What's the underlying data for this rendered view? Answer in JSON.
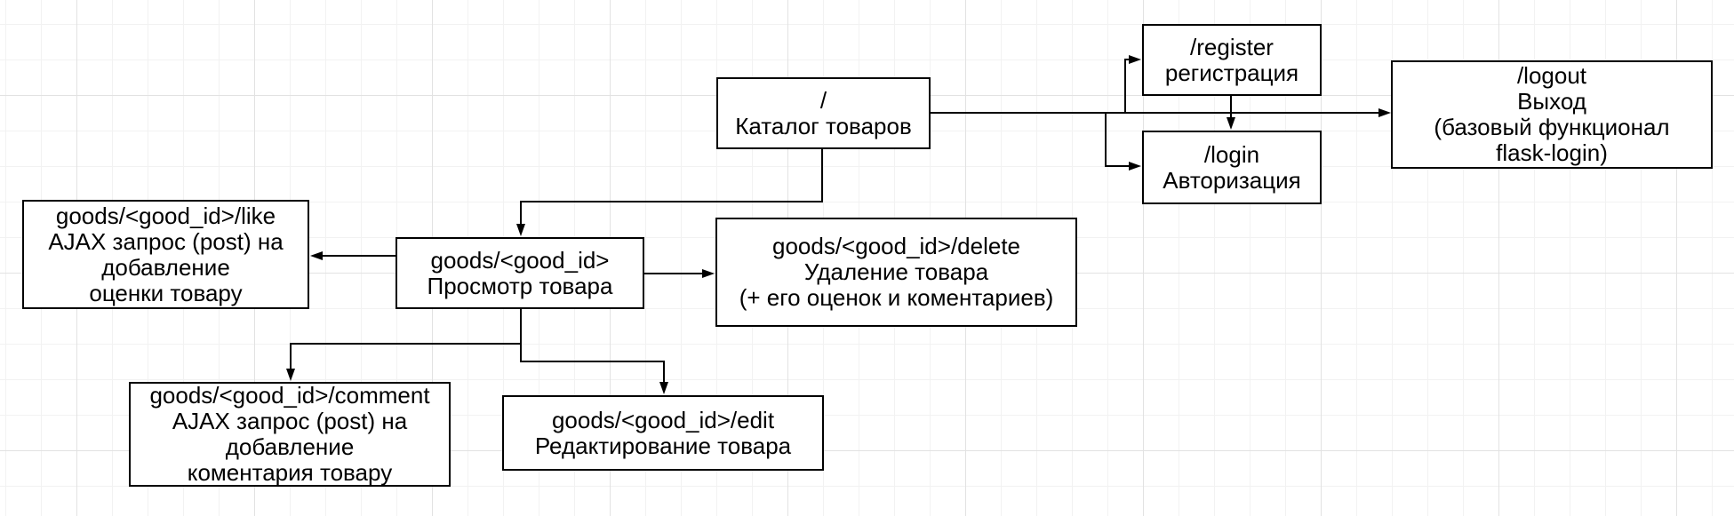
{
  "diagram_title": "Flask routes flowchart",
  "colors": {
    "background": "#ffffff",
    "grid_minor": "#f2f2f2",
    "grid_major": "#e2e2e2",
    "node_fill": "#ffffff",
    "node_border": "#000000",
    "connector": "#000000",
    "text": "#000000"
  },
  "nodes": {
    "catalog": {
      "lines": [
        "/",
        "Каталог товаров"
      ]
    },
    "register": {
      "lines": [
        "/register",
        "регистрация"
      ]
    },
    "login": {
      "lines": [
        "/login",
        "Авторизация"
      ]
    },
    "logout": {
      "lines": [
        "/logout",
        "Выход",
        "(базовый функционал",
        "flask-login)"
      ]
    },
    "like": {
      "lines": [
        "goods/<good_id>/like",
        "AJAX запрос (post) на",
        "добавление",
        "оценки товару"
      ]
    },
    "view": {
      "lines": [
        "goods/<good_id>",
        "Просмотр товара"
      ]
    },
    "delete": {
      "lines": [
        "goods/<good_id>/delete",
        "Удаление товара",
        "(+ его оценок и коментариев)"
      ]
    },
    "comment": {
      "lines": [
        "goods/<good_id>/comment",
        "AJAX запрос (post) на",
        "добавление",
        "коментария товару"
      ]
    },
    "edit": {
      "lines": [
        "goods/<good_id>/edit",
        "Редактирование товара"
      ]
    }
  },
  "edges": [
    {
      "from": "catalog",
      "to": "register"
    },
    {
      "from": "catalog",
      "to": "login"
    },
    {
      "from": "catalog",
      "to": "logout"
    },
    {
      "from": "register",
      "to": "login"
    },
    {
      "from": "catalog",
      "to": "view"
    },
    {
      "from": "view",
      "to": "like"
    },
    {
      "from": "view",
      "to": "delete"
    },
    {
      "from": "view",
      "to": "comment"
    },
    {
      "from": "view",
      "to": "edit"
    }
  ]
}
